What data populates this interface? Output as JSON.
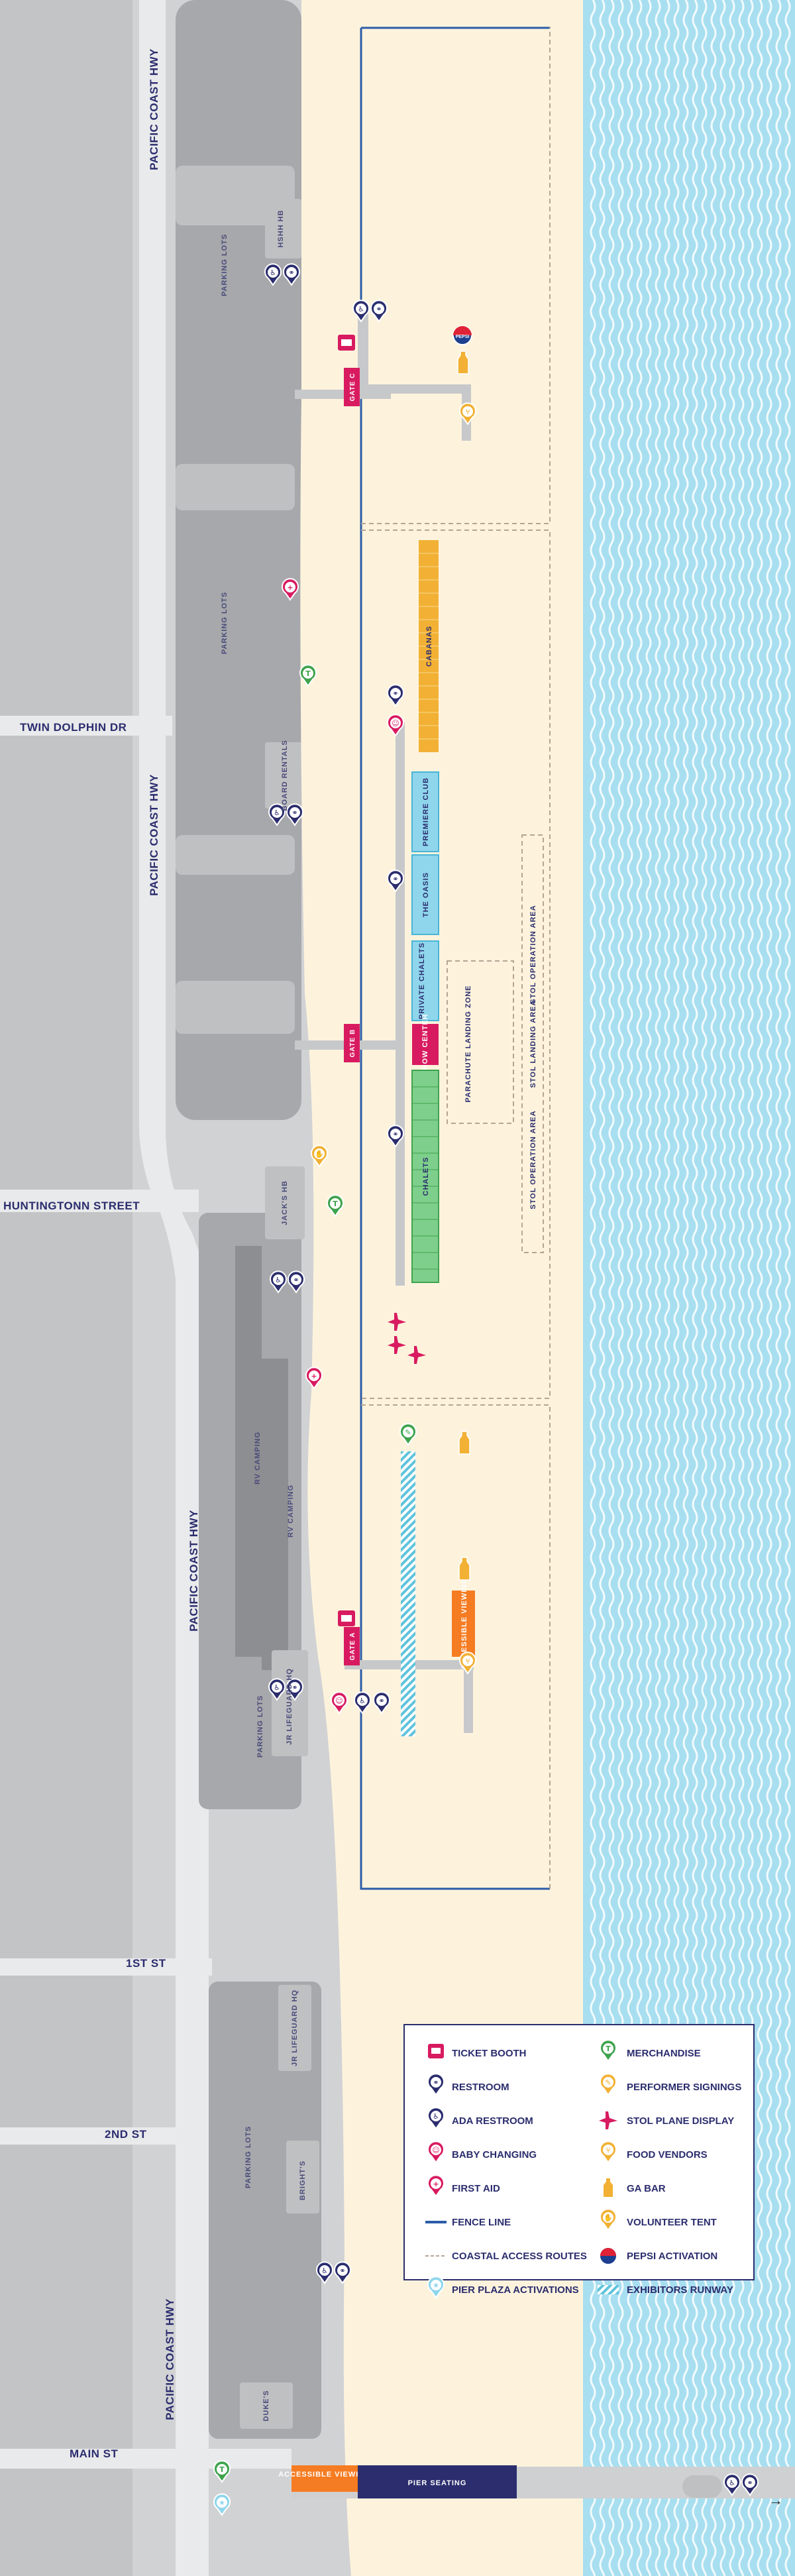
{
  "streets": {
    "pch": "PACIFIC COAST HWY",
    "twin_dolphin": "TWIN DOLPHIN DR",
    "huntington": "HUNTINGTONN STREET",
    "first": "1ST ST",
    "second": "2ND ST",
    "main": "MAIN ST"
  },
  "lots": {
    "parking": "PARKING LOTS",
    "hb_north": "HSHH HB",
    "board_rentals": "BOARD RENTALS",
    "jacks": "JACK'S HB",
    "rv_camping": "RV CAMPING",
    "jr_lifeguard": "JR LIFEGUARD HQ",
    "dukes": "DUKE'S",
    "bright": "BRIGHT'S"
  },
  "gates": {
    "gate_c": "GATE C",
    "gate_b": "GATE B",
    "gate_a": "GATE A"
  },
  "venues": {
    "cabanas": "CABANAS",
    "premiere_club": "PREMIERE CLUB",
    "the_oasis": "THE OASIS",
    "private_chalets": "PRIVATE CHALETS",
    "show_center": "SHOW CENTER",
    "chalets": "CHALETS",
    "parachute": "PARACHUTE LANDING ZONE",
    "stol_landing": "STOL LANDING AREA",
    "stol_operation": "STOL OPERATION AREA",
    "accessible_viewing": "ACCESSIBLE VIEWING",
    "pier_seating": "PIER SEATING"
  },
  "icons": {
    "pepsi": "PEPSI"
  },
  "legend": {
    "left": [
      "TICKET BOOTH",
      "RESTROOM",
      "ADA RESTROOM",
      "BABY CHANGING",
      "FIRST AID",
      "FENCE LINE",
      "COASTAL ACCESS ROUTES",
      "PIER PLAZA ACTIVATIONS"
    ],
    "right": [
      "MERCHANDISE",
      "PERFORMER SIGNINGS",
      "STOL PLANE DISPLAY",
      "FOOD VENDORS",
      "GA BAR",
      "VOLUNTEER TENT",
      "PEPSI ACTIVATION",
      "EXHIBITORS RUNWAY"
    ]
  },
  "colors": {
    "navy": "#2b2d6e",
    "pink": "#d81b60",
    "orange": "#f57c22",
    "yellow": "#f2b134",
    "green": "#3fa34d",
    "light_blue": "#8fd6ec",
    "ocean": "#a8dff0",
    "sand": "#fdf3dd"
  }
}
